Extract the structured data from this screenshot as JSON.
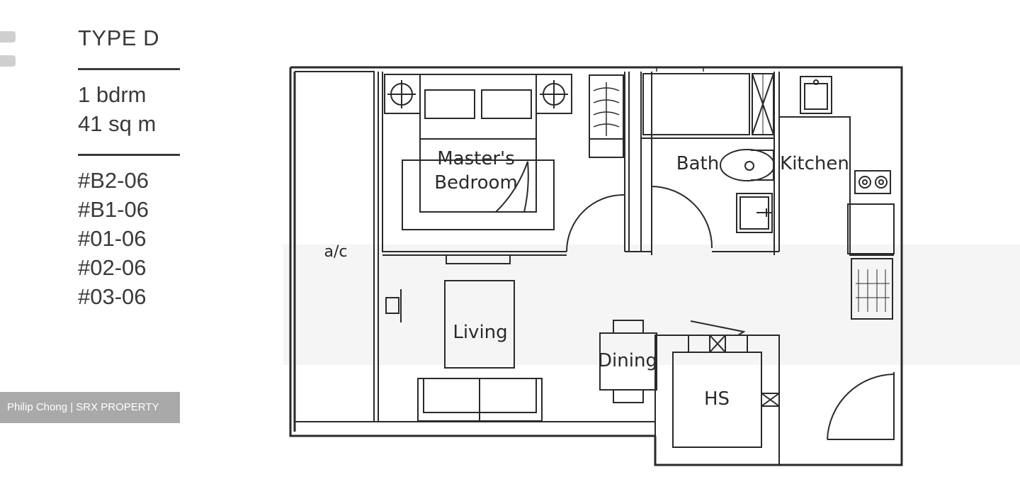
{
  "unit": {
    "type_title": "TYPE D",
    "bedrooms": "1 bdrm",
    "area": "41 sq m",
    "unit_numbers": [
      "#B2-06",
      "#B1-06",
      "#01-06",
      "#02-06",
      "#03-06"
    ]
  },
  "watermark": "Philip Chong | SRX PROPERTY",
  "plan": {
    "rooms": {
      "master_line1": "Master's",
      "master_line2": "Bedroom",
      "bath": "Bath",
      "kitchen": "Kitchen",
      "living": "Living",
      "dining": "Dining",
      "hs": "HS",
      "ac": "a/c"
    }
  },
  "colors": {
    "line": "#2a2a2a",
    "watermark_bg": "#a9a9a9",
    "text": "#3a3a3a"
  }
}
